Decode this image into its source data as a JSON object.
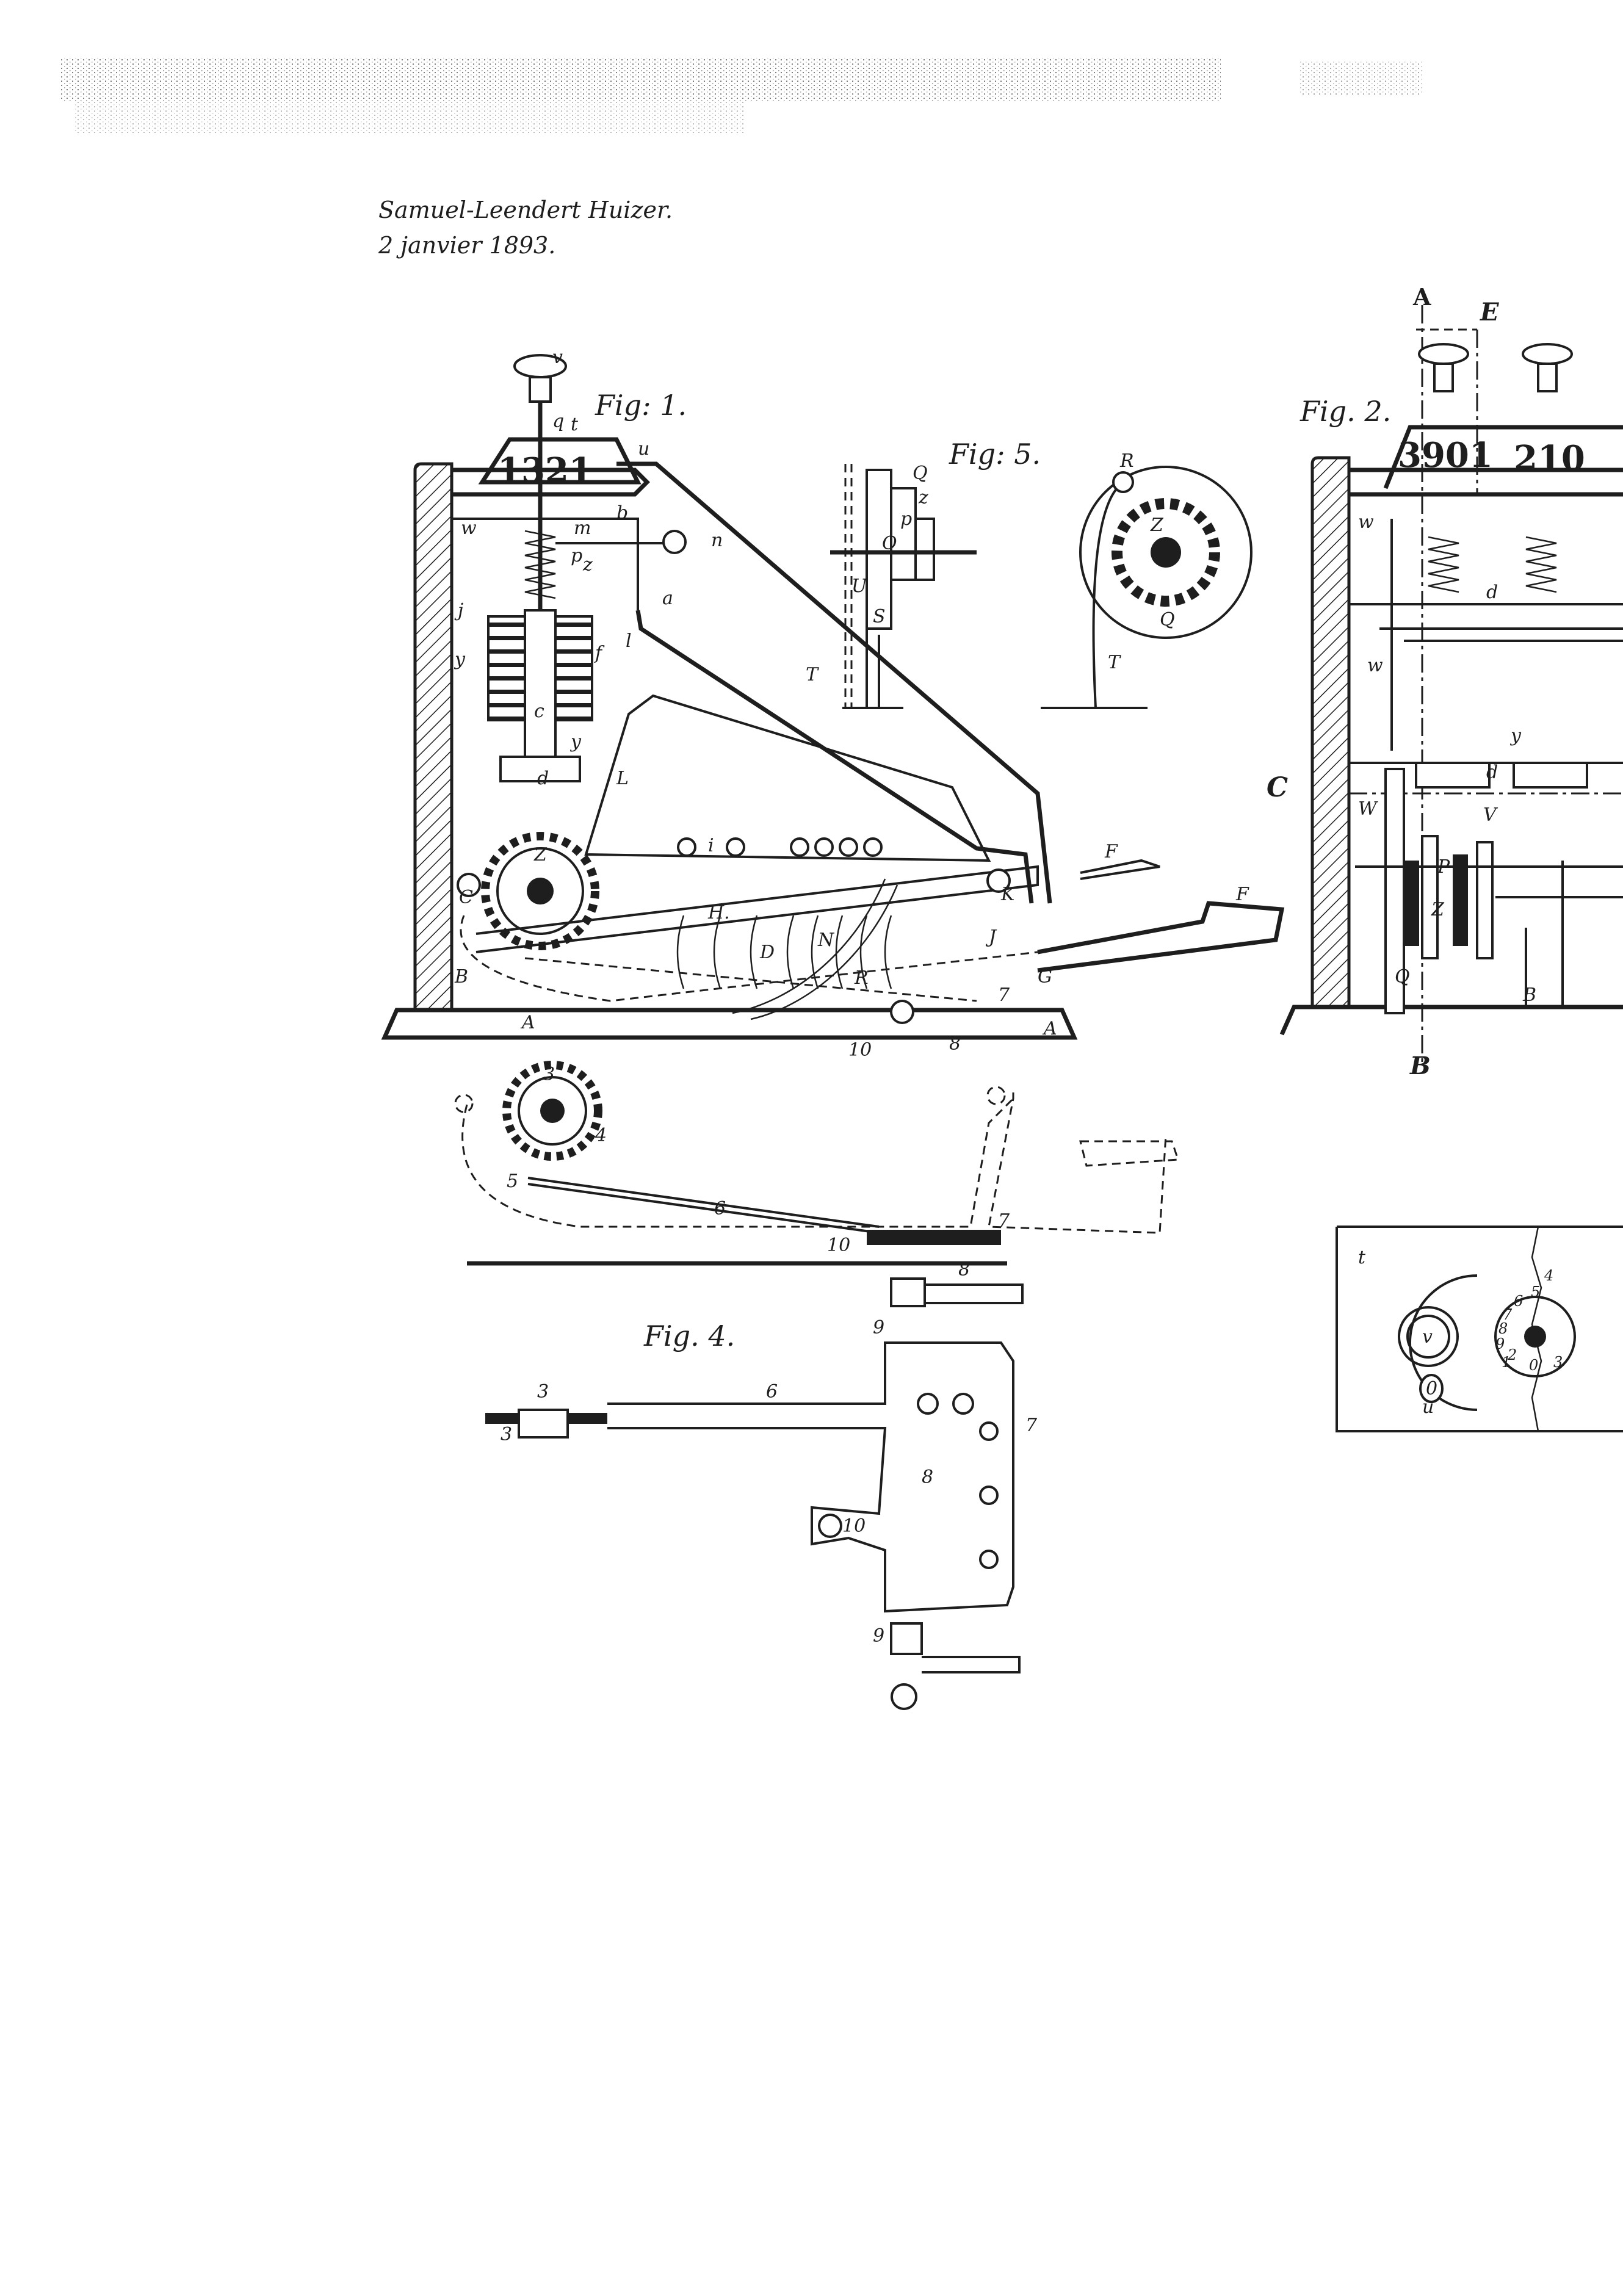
{
  "header": {
    "inventor": "Samuel-Leendert Huizer.",
    "date": "2 janvier 1893."
  },
  "figures": {
    "fig1": {
      "title": "Fig: 1.",
      "counter": "1321",
      "labels": [
        "v",
        "q",
        "t",
        "u",
        "n",
        "w",
        "m",
        "b",
        "p",
        "z",
        "a",
        "j",
        "y",
        "f",
        "l",
        "c",
        "d",
        "y",
        "L",
        "Z",
        "i",
        "H.",
        "C",
        "K",
        "F",
        "F",
        "D",
        "N",
        "J",
        "R",
        "G",
        "B",
        "A",
        "A",
        "7",
        "10",
        "8"
      ]
    },
    "fig3": {
      "labels": [
        "3",
        "4",
        "5",
        "6",
        "10",
        "7",
        "8"
      ]
    },
    "fig4": {
      "title": "Fig. 4.",
      "labels": [
        "9",
        "3",
        "3",
        "6",
        "7",
        "8",
        "10",
        "9"
      ]
    },
    "fig5": {
      "title": "Fig: 5.",
      "labels": [
        "Q",
        "p",
        "z",
        "O",
        "U",
        "S",
        "T",
        "R",
        "Z",
        "T",
        "Q"
      ]
    },
    "fig2": {
      "title": "Fig. 2.",
      "counter": "3901",
      "counter_partial": "210",
      "labels": [
        "A",
        "E",
        "w",
        "d",
        "w",
        "y",
        "d",
        "C",
        "W",
        "V",
        "P",
        "Z",
        "Q",
        "B",
        "B"
      ]
    },
    "fig6": {
      "labels": [
        "t",
        "v",
        "0",
        "u"
      ],
      "dial_digits": [
        "4",
        "5",
        "6",
        "7",
        "8",
        "9",
        "0",
        "1",
        "2",
        "3"
      ]
    }
  }
}
